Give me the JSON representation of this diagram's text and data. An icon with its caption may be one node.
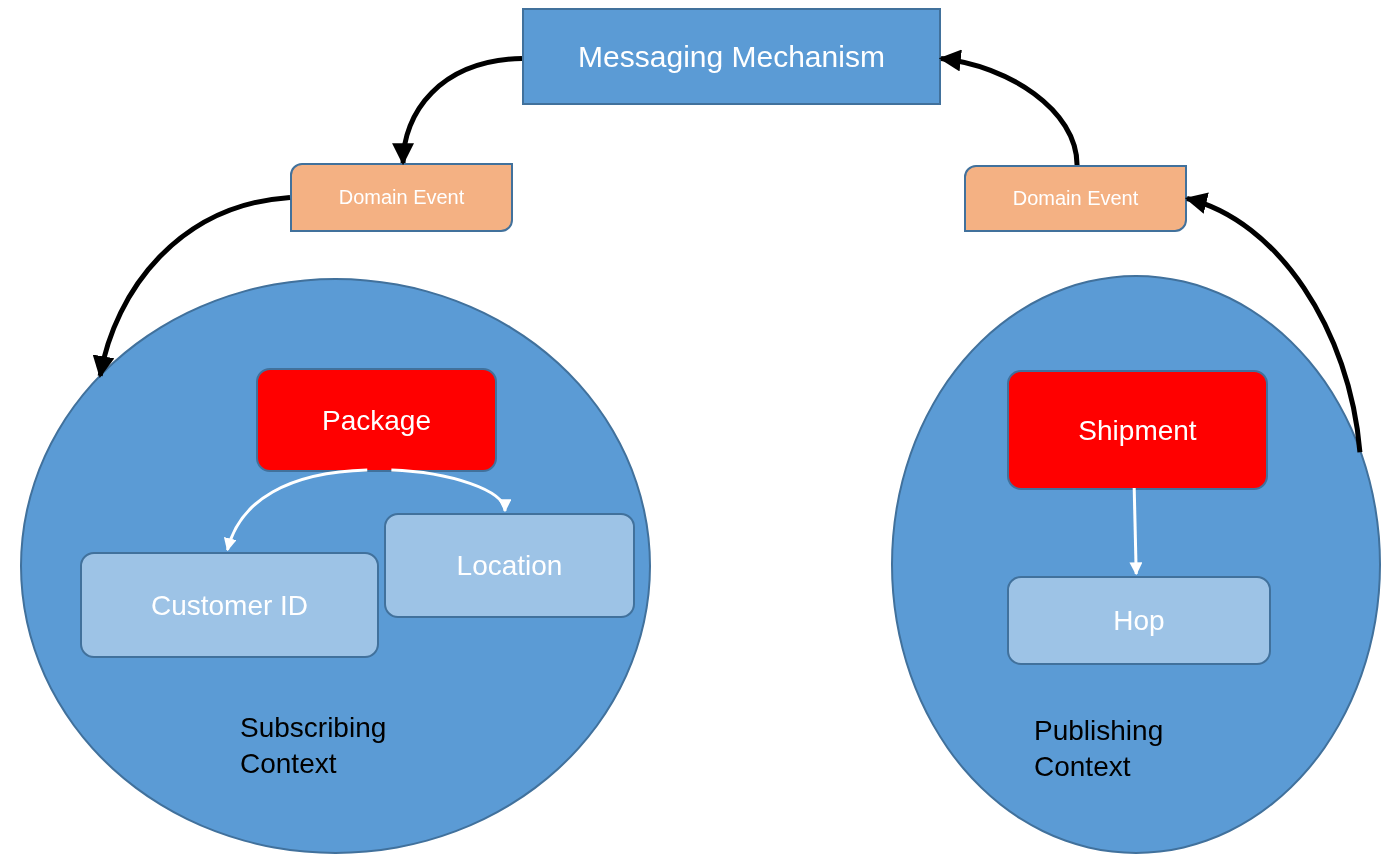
{
  "diagram": {
    "nodes": [
      {
        "text": [
          "Messaging Mechanism"
        ]
      },
      {
        "text": [
          "Domain Event"
        ]
      },
      {
        "text": [
          "Domain Event"
        ]
      },
      {
        "text": [
          "Subscribing Context"
        ]
      },
      {
        "text": [
          "Package"
        ],
        "in": 3
      },
      {
        "text": [
          "Customer ID"
        ],
        "in": 3
      },
      {
        "text": [
          "Location"
        ],
        "in": 3
      },
      {
        "text": [
          "Publishing Context"
        ]
      },
      {
        "text": [
          "Shipment"
        ],
        "in": 7
      },
      {
        "text": [
          "Hop"
        ],
        "in": 7
      }
    ],
    "edges": [
      {
        "from": 0,
        "to": 1,
        "arrow": "to"
      },
      {
        "from": 1,
        "to": 3,
        "arrow": "to"
      },
      {
        "from": 7,
        "to": 2,
        "arrow": "to"
      },
      {
        "from": 2,
        "to": 0,
        "arrow": "to"
      },
      {
        "from": 4,
        "to": 5,
        "arrow": "to",
        "color": "#ffffff"
      },
      {
        "from": 4,
        "to": 6,
        "arrow": "to",
        "color": "#ffffff"
      },
      {
        "from": 8,
        "to": 9,
        "arrow": "to",
        "color": "#ffffff"
      }
    ]
  }
}
